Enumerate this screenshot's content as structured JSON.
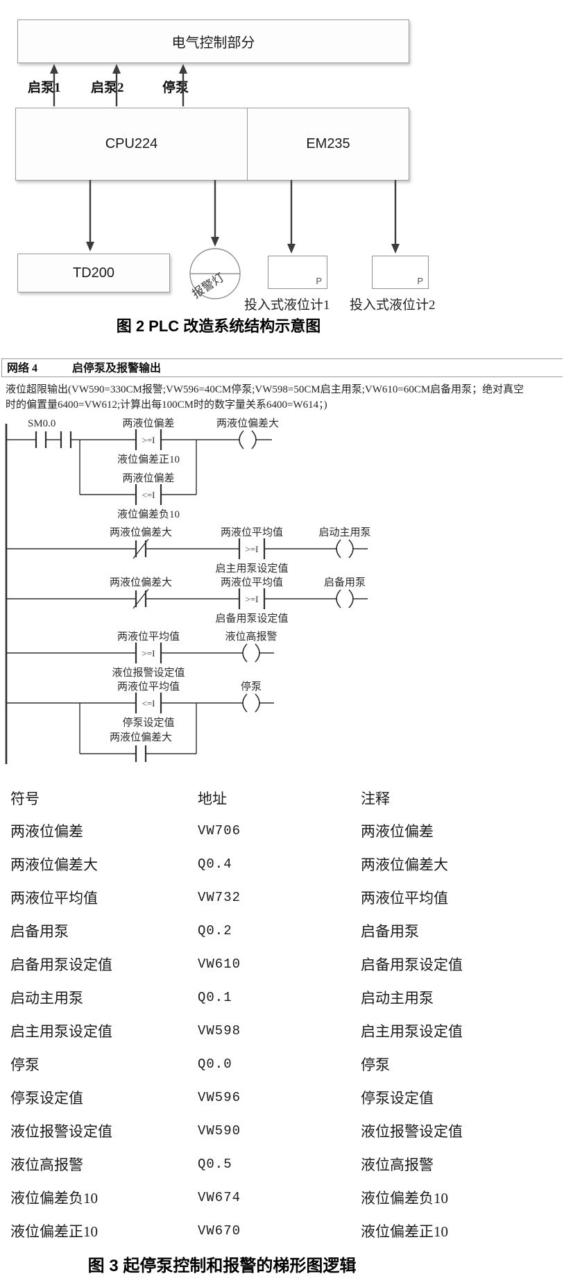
{
  "colors": {
    "diagram_border": "#9a9a9a",
    "arrow": "#3c3c3c",
    "ladder_line": "#2e2e2e",
    "text": "#1a1a1a"
  },
  "figure2": {
    "top_box": "电气控制部分",
    "signals": [
      "启泵1",
      "启泵2",
      "停泵"
    ],
    "cpu": "CPU224",
    "em": "EM235",
    "td200": "TD200",
    "alarm_lamp": "报警灯",
    "sensor_p": "P",
    "sensor1": "投入式液位计1",
    "sensor2": "投入式液位计2",
    "caption": "图 2  PLC 改造系统结构示意图"
  },
  "ladder": {
    "network_label": "网络 4",
    "network_title": "启停泵及报警输出",
    "comment_line1": "液位超限输出(VW590=330CM报警;VW596=40CM停泵;VW598=50CM启主用泵;VW610=60CM启备用泵；绝对真空",
    "comment_line2": "时的偏置量6400=VW612;计算出每100CM时的数字量关系6400=W614；)",
    "rung1": {
      "contact1": "SM0.0",
      "cmp_top": "两液位偏差",
      "cmp_op": ">=I",
      "cmp_bottom": "液位偏差正10",
      "coil": "两液位偏差大",
      "branch_top": "两液位偏差",
      "branch_op": "<=I",
      "branch_bottom": "液位偏差负10"
    },
    "rung2": {
      "nc_contact": "两液位偏差大",
      "cmp_top": "两液位平均值",
      "cmp_op": ">=I",
      "cmp_bottom": "启主用泵设定值",
      "coil": "启动主用泵"
    },
    "rung3": {
      "nc_contact": "两液位偏差大",
      "cmp_top": "两液位平均值",
      "cmp_op": ">=I",
      "cmp_bottom": "启备用泵设定值",
      "coil": "启备用泵"
    },
    "rung4": {
      "cmp_top": "两液位平均值",
      "cmp_op": ">=I",
      "cmp_bottom": "液位报警设定值",
      "coil": "液位高报警"
    },
    "rung5": {
      "cmp_top": "两液位平均值",
      "cmp_op": "<=I",
      "cmp_bottom": "停泵设定值",
      "coil": "停泵",
      "branch_contact": "两液位偏差大"
    }
  },
  "symbol_table": {
    "headers": [
      "符号",
      "地址",
      "注释"
    ],
    "rows": [
      {
        "symbol": "两液位偏差",
        "address": "VW706",
        "comment": "两液位偏差"
      },
      {
        "symbol": "两液位偏差大",
        "address": "Q0.4",
        "comment": "两液位偏差大"
      },
      {
        "symbol": "两液位平均值",
        "address": "VW732",
        "comment": "两液位平均值"
      },
      {
        "symbol": "启备用泵",
        "address": "Q0.2",
        "comment": "启备用泵"
      },
      {
        "symbol": "启备用泵设定值",
        "address": "VW610",
        "comment": "启备用泵设定值"
      },
      {
        "symbol": "启动主用泵",
        "address": "Q0.1",
        "comment": "启动主用泵"
      },
      {
        "symbol": "启主用泵设定值",
        "address": "VW598",
        "comment": "启主用泵设定值"
      },
      {
        "symbol": "停泵",
        "address": "Q0.0",
        "comment": "停泵"
      },
      {
        "symbol": "停泵设定值",
        "address": "VW596",
        "comment": "停泵设定值"
      },
      {
        "symbol": "液位报警设定值",
        "address": "VW590",
        "comment": "液位报警设定值"
      },
      {
        "symbol": "液位高报警",
        "address": "Q0.5",
        "comment": "液位高报警"
      },
      {
        "symbol": "液位偏差负10",
        "address": "VW674",
        "comment": "液位偏差负10"
      },
      {
        "symbol": "液位偏差正10",
        "address": "VW670",
        "comment": "液位偏差正10"
      }
    ]
  },
  "figure3": {
    "caption": "图 3  起停泵控制和报警的梯形图逻辑"
  }
}
